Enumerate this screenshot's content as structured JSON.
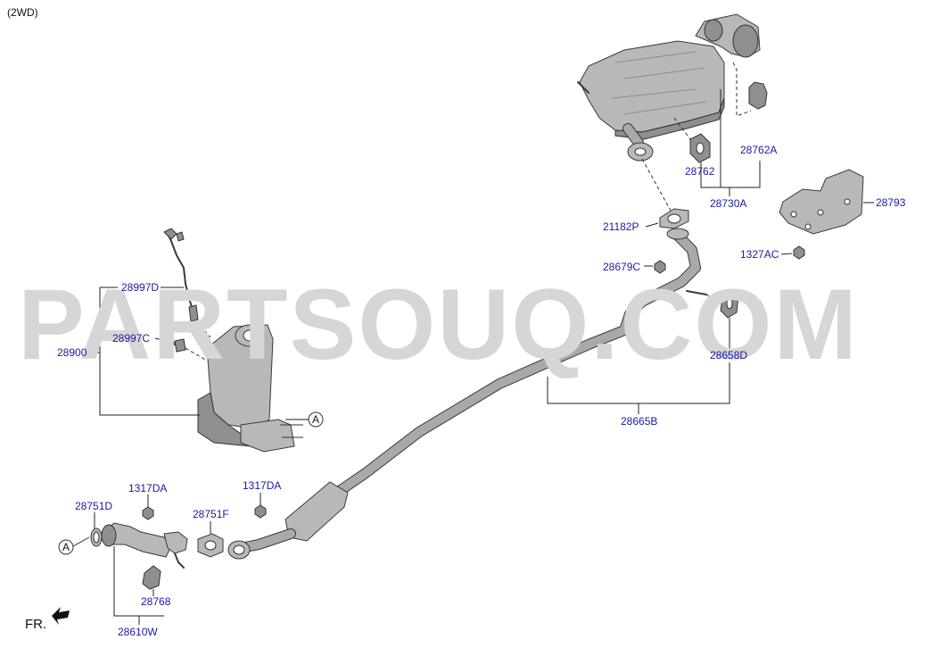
{
  "variant": "(2WD)",
  "watermark": "PARTSOUQ.COM",
  "front_marker": "FR.",
  "ref_marker": "A",
  "part_labels": {
    "p28997D": "28997D",
    "p28997C": "28997C",
    "p28900": "28900",
    "p1317DA_a": "1317DA",
    "p1317DA_b": "1317DA",
    "p28751D": "28751D",
    "p28751F": "28751F",
    "p28768": "28768",
    "p28610W": "28610W",
    "p21182P": "21182P",
    "p28679C": "28679C",
    "p28658D": "28658D",
    "p28665B": "28665B",
    "p28762": "28762",
    "p28762A": "28762A",
    "p28730A": "28730A",
    "p28793": "28793",
    "p1327AC": "1327AC"
  },
  "colors": {
    "label": "#1a1aa6",
    "watermark": "#d6d6d6",
    "part_fill": "#b8b8b8",
    "line": "#222222"
  }
}
